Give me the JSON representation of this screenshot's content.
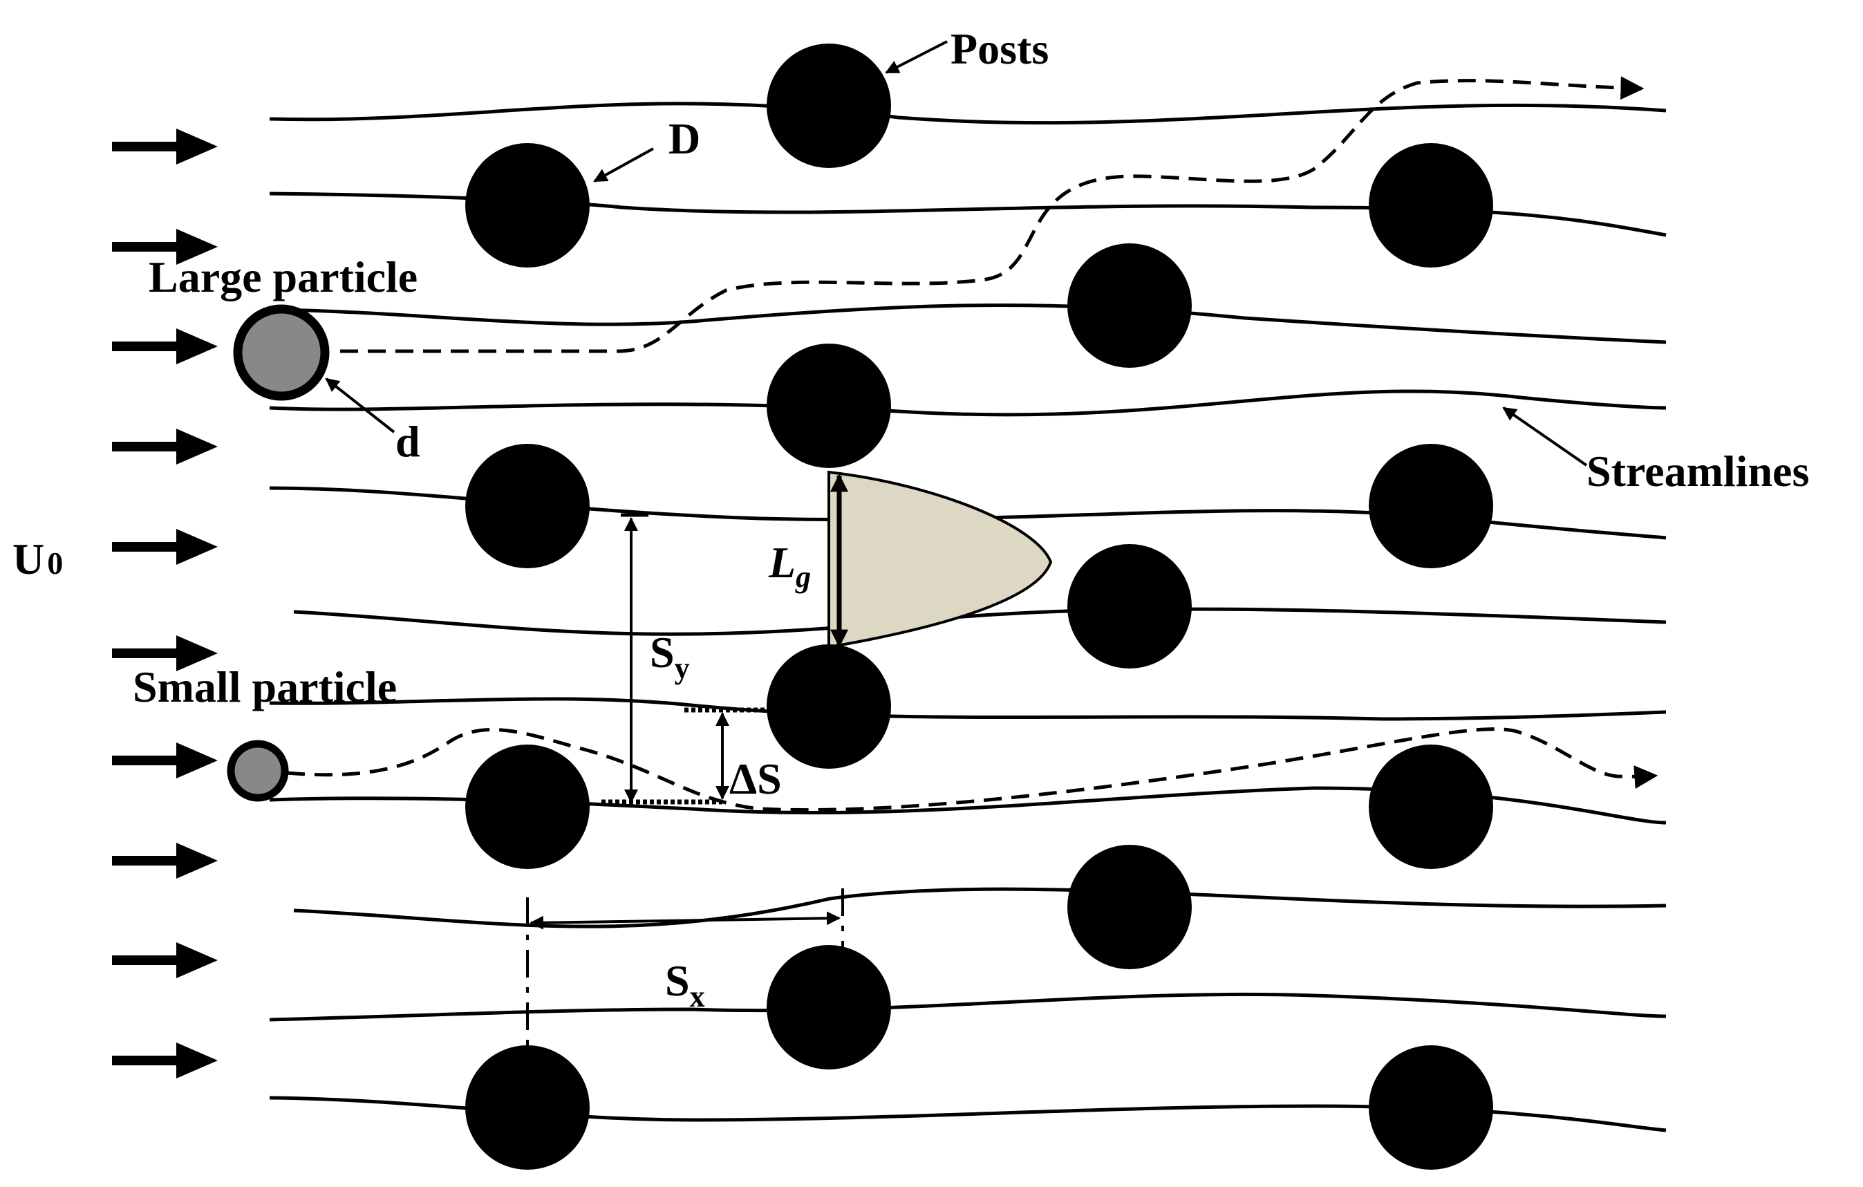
{
  "labels": {
    "posts": "Posts",
    "post_diameter": "D",
    "large_particle": "Large particle",
    "particle_diameter": "d",
    "streamlines": "Streamlines",
    "inlet_velocity": "U",
    "inlet_velocity_sub": "0",
    "gap_width": "L",
    "gap_width_sub": "g",
    "row_shift": "ΔS",
    "lateral_spacing": "S",
    "lateral_spacing_sub": "y",
    "streamwise_spacing": "S",
    "streamwise_spacing_sub": "x",
    "small_particle": "Small particle"
  },
  "icons": {
    "inlet": "flow-arrow-icon",
    "post": "circle-icon",
    "particle": "circle-icon"
  },
  "colors": {
    "post": "#000000",
    "particle": "#888888",
    "gap_profile": "#ddd8c4",
    "line": "#000000"
  }
}
